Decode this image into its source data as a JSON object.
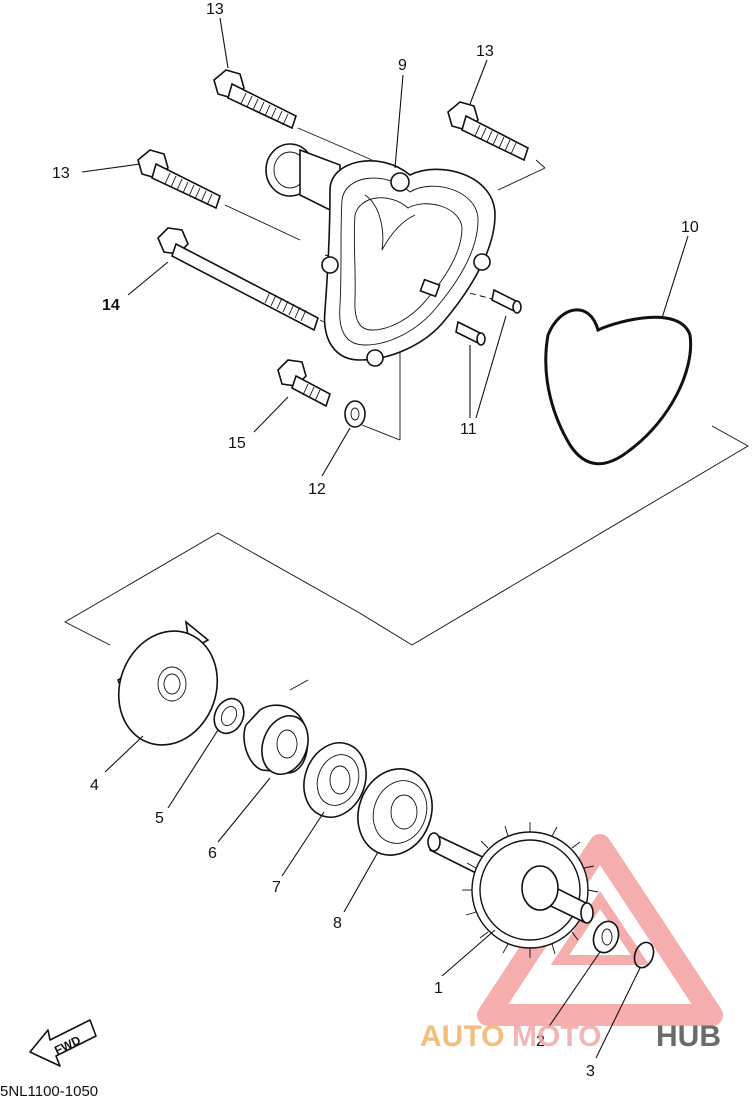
{
  "callouts": [
    {
      "id": "13a",
      "label": "13"
    },
    {
      "id": "13b",
      "label": "13"
    },
    {
      "id": "13c",
      "label": "13"
    },
    {
      "id": "9",
      "label": "9"
    },
    {
      "id": "10",
      "label": "10"
    },
    {
      "id": "14",
      "label": "14"
    },
    {
      "id": "11",
      "label": "11"
    },
    {
      "id": "15",
      "label": "15"
    },
    {
      "id": "12",
      "label": "12"
    },
    {
      "id": "4",
      "label": "4"
    },
    {
      "id": "5",
      "label": "5"
    },
    {
      "id": "6",
      "label": "6"
    },
    {
      "id": "7",
      "label": "7"
    },
    {
      "id": "8",
      "label": "8"
    },
    {
      "id": "1",
      "label": "1"
    },
    {
      "id": "2",
      "label": "2"
    },
    {
      "id": "3",
      "label": "3"
    }
  ],
  "fwd_label": "FWD",
  "diagram_code": "5NL1100-1050",
  "watermark": {
    "part1": "AUTO",
    "part2": "MOTO",
    "part3": "HUB",
    "colors": {
      "auto": "#f2b26a",
      "moto": "#f0a9a9",
      "hub": "#6b6b6b",
      "triangle": "#ee6b6b"
    }
  }
}
